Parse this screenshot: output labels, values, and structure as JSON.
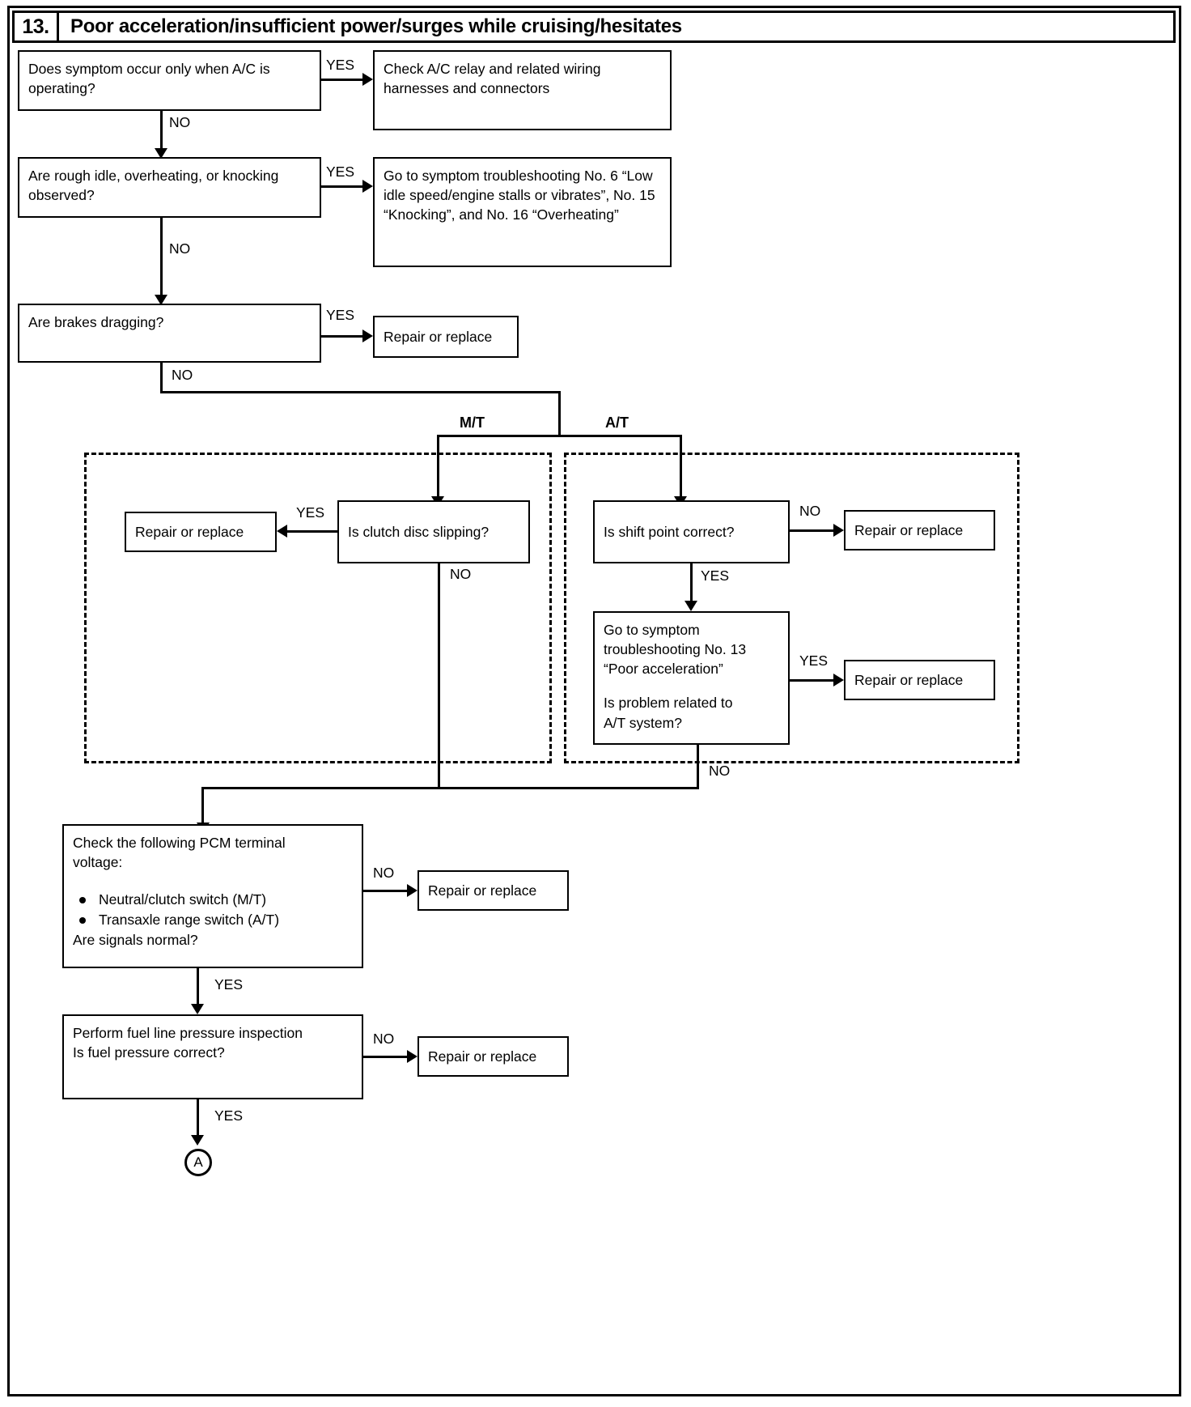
{
  "header": {
    "number": "13.",
    "title": "Poor acceleration/insufficient power/surges while cruising/hesitates"
  },
  "nodes": {
    "q_ac": "Does symptom occur only when A/C is operating?",
    "a_ac": "Check A/C relay and related wiring harnesses and connectors",
    "q_rough": "Are rough idle, overheating, or knocking observed?",
    "a_rough": "Go to symptom troubleshooting No. 6 “Low idle speed/engine stalls or vibrates”, No. 15 “Knocking”, and No. 16 “Overheating”",
    "q_brakes": "Are brakes dragging?",
    "a_brakes": "Repair or replace",
    "q_clutch": "Is clutch disc slipping?",
    "a_clutch": "Repair or replace",
    "q_shift": "Is shift point correct?",
    "a_shift": "Repair or replace",
    "q_at_line1": "Go to symptom",
    "q_at_line2": "troubleshooting No. 13",
    "q_at_line3": "“Poor acceleration”",
    "q_at_line4": "Is problem related to",
    "q_at_line5": "A/T system?",
    "a_at": "Repair or replace",
    "q_pcm_line1": "Check the following PCM terminal",
    "q_pcm_line2": "voltage:",
    "q_pcm_bullet1": "Neutral/clutch switch (M/T)",
    "q_pcm_bullet2": "Transaxle range switch (A/T)",
    "q_pcm_line3": "Are signals normal?",
    "a_pcm": "Repair or replace",
    "q_fuel_line1": "Perform fuel line pressure inspection",
    "q_fuel_line2": "Is fuel pressure correct?",
    "a_fuel": "Repair or replace",
    "connector_a": "A"
  },
  "labels": {
    "yes": "YES",
    "no": "NO",
    "mt": "M/T",
    "at": "A/T"
  },
  "colors": {
    "line": "#000000",
    "background": "#ffffff"
  }
}
